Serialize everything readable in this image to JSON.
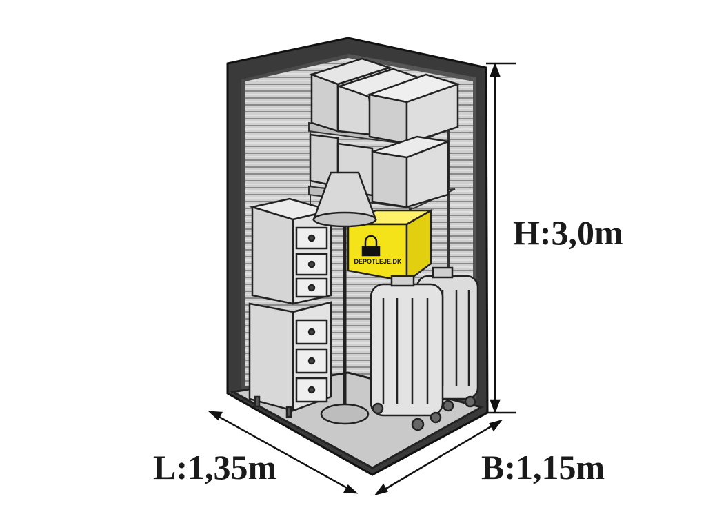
{
  "dimensions": {
    "height_label": "H:3,0m",
    "length_label": "L:1,35m",
    "width_label": "B:1,15m"
  },
  "box_brand": "DEPOTLEJE.DK",
  "contents": [
    "storage-boxes",
    "metal-shelf",
    "drawer-cabinet",
    "floor-lamp",
    "yellow-moving-box",
    "suitcases"
  ],
  "colors": {
    "brand_yellow": "#f5e31a",
    "unit_dark": "#3a3a3a",
    "unit_floor": "#c9c9c9",
    "box_gray": "#d8d8d8"
  }
}
